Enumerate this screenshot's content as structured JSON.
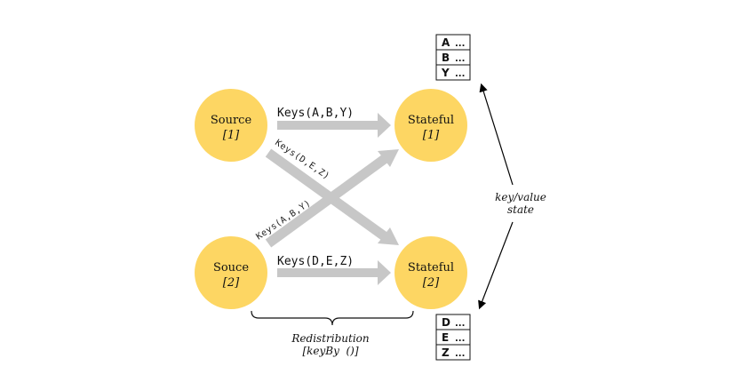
{
  "colors": {
    "node_fill": "#fdd663",
    "arrow_gray": "#c7c7c7"
  },
  "nodes": {
    "source1": {
      "title": "Source",
      "sub": "[1]"
    },
    "source2": {
      "title": "Souce",
      "sub": "[2]"
    },
    "stateful1": {
      "title": "Stateful",
      "sub": "[1]"
    },
    "stateful2": {
      "title": "Stateful",
      "sub": "[2]"
    }
  },
  "edges": {
    "s1_to_st1": "Keys(A,B,Y)",
    "s1_to_st2": "Keys(D,E,Z)",
    "s2_to_st1": "Keys(A,B,Y)",
    "s2_to_st2": "Keys(D,E,Z)"
  },
  "state_tables": {
    "top": [
      {
        "key": "A",
        "val": "..."
      },
      {
        "key": "B",
        "val": "..."
      },
      {
        "key": "Y",
        "val": "..."
      }
    ],
    "bottom": [
      {
        "key": "D",
        "val": "..."
      },
      {
        "key": "E",
        "val": "..."
      },
      {
        "key": "Z",
        "val": "..."
      }
    ]
  },
  "state_label": {
    "line1": "key/value",
    "line2": "state"
  },
  "redistribution": {
    "line1": "Redistribution",
    "line2": "[keyBy  ()]"
  }
}
